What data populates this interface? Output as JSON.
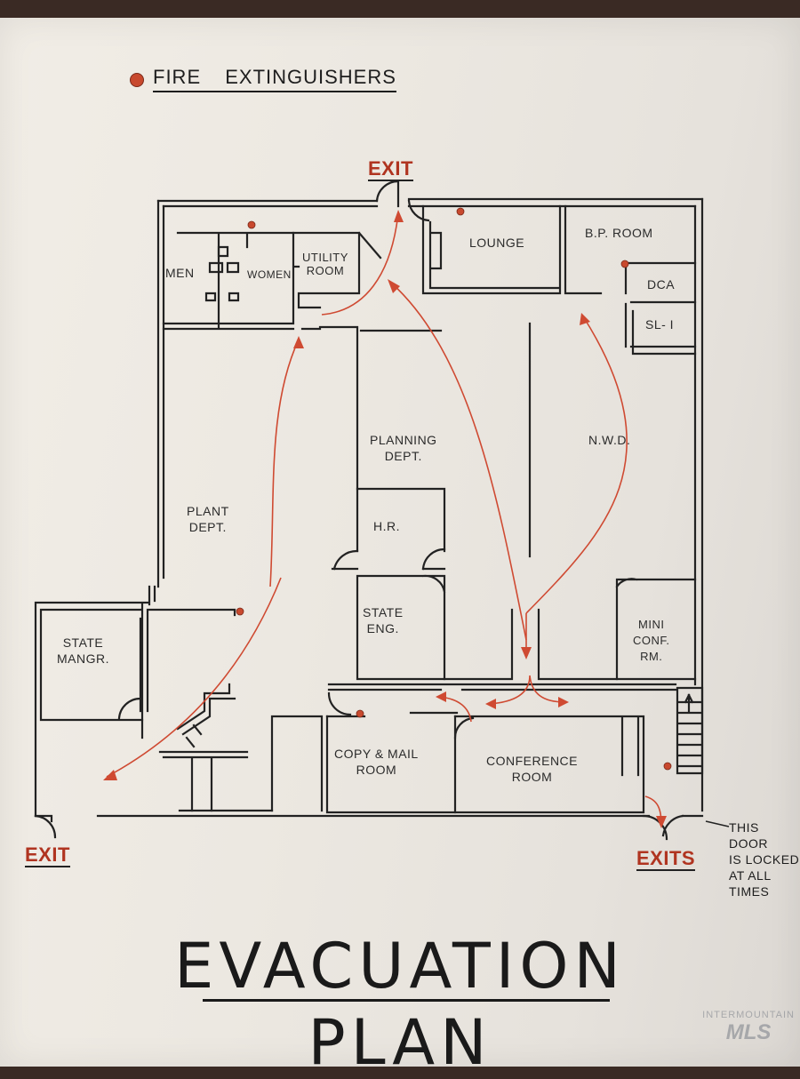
{
  "legend": {
    "label": "FIRE   EXTINGUISHERS",
    "marker_color": "#c8492e"
  },
  "exits": {
    "top": "EXIT",
    "bottom_left": "EXIT",
    "bottom_right": "EXITS"
  },
  "rooms": {
    "men": "MEN",
    "women": "WOMEN",
    "utility": "UTILITY\nROOM",
    "lounge": "LOUNGE",
    "bp_room": "B.P. ROOM",
    "dca": "DCA",
    "sl1": "SL- I",
    "planning": "PLANNING\nDEPT.",
    "nwd": "N.W.D.",
    "plant": "PLANT\nDEPT.",
    "hr": "H.R.",
    "state_eng": "STATE\nENG.",
    "mini_conf": "MINI\nCONF.\nRM.",
    "state_mangr": "STATE\nMANGR.",
    "copy_mail": "COPY & MAIL\nROOM",
    "conference": "CONFERENCE\nROOM"
  },
  "note": "THIS DOOR\nIS LOCKED\nAT ALL\nTIMES",
  "title": {
    "line1": "EVACUATION",
    "line2": "PLAN"
  },
  "watermark": {
    "line1": "INTERMOUNTAIN",
    "line2": "MLS"
  },
  "colors": {
    "wall": "#222222",
    "route": "#cf4a32",
    "exit_text": "#b03420"
  }
}
